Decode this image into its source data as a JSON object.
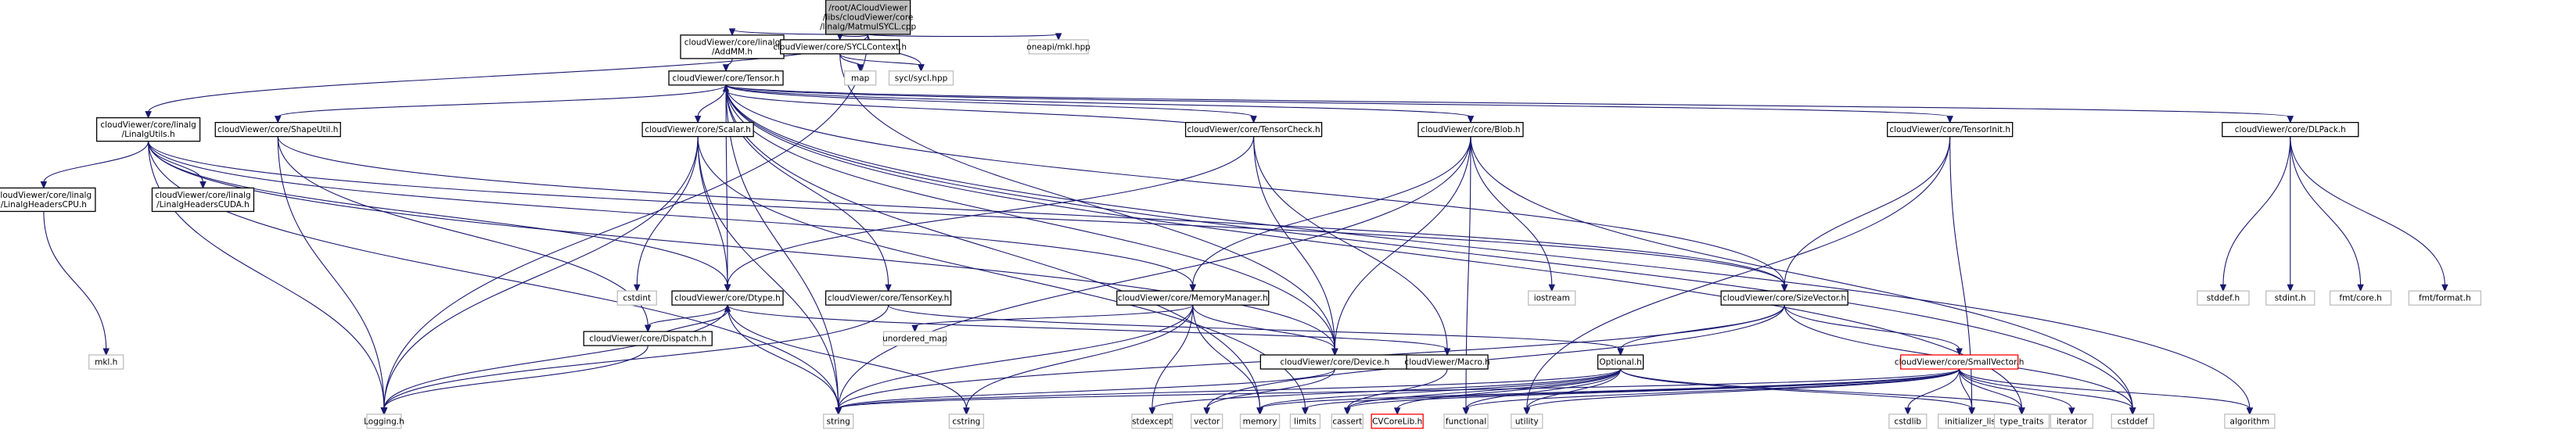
{
  "diagram": {
    "type": "include-dependency-graph",
    "colors": {
      "edge": "#191970",
      "root_fill": "#bfbfbf",
      "internal_border": "#000000",
      "external_border": "#bfbfbf",
      "missing_border": "#ff0000"
    },
    "nodes": [
      {
        "id": "root",
        "lines": [
          "/root/ACloudViewer",
          "/libs/cloudViewer/core",
          "/linalg/MatmulSYCL.cpp"
        ],
        "kind": "root"
      },
      {
        "id": "addmm",
        "lines": [
          "cloudViewer/core/linalg",
          "/AddMM.h"
        ],
        "kind": "internal"
      },
      {
        "id": "syclctx",
        "lines": [
          "cloudViewer/core/SYCLContext.h"
        ],
        "kind": "internal"
      },
      {
        "id": "mklhpp",
        "lines": [
          "oneapi/mkl.hpp"
        ],
        "kind": "external"
      },
      {
        "id": "map",
        "lines": [
          "map"
        ],
        "kind": "external"
      },
      {
        "id": "syclhpp",
        "lines": [
          "sycl/sycl.hpp"
        ],
        "kind": "external"
      },
      {
        "id": "tensor",
        "lines": [
          "cloudViewer/core/Tensor.h"
        ],
        "kind": "internal"
      },
      {
        "id": "linalgutils",
        "lines": [
          "cloudViewer/core/linalg",
          "/LinalgUtils.h"
        ],
        "kind": "internal"
      },
      {
        "id": "shapeutil",
        "lines": [
          "cloudViewer/core/ShapeUtil.h"
        ],
        "kind": "internal"
      },
      {
        "id": "scalar",
        "lines": [
          "cloudViewer/core/Scalar.h"
        ],
        "kind": "internal"
      },
      {
        "id": "tensorcheck",
        "lines": [
          "cloudViewer/core/TensorCheck.h"
        ],
        "kind": "internal"
      },
      {
        "id": "blob",
        "lines": [
          "cloudViewer/core/Blob.h"
        ],
        "kind": "internal"
      },
      {
        "id": "tensorinit",
        "lines": [
          "cloudViewer/core/TensorInit.h"
        ],
        "kind": "internal"
      },
      {
        "id": "dlpack",
        "lines": [
          "cloudViewer/core/DLPack.h"
        ],
        "kind": "internal"
      },
      {
        "id": "headerscpu",
        "lines": [
          "cloudViewer/core/linalg",
          "/LinalgHeadersCPU.h"
        ],
        "kind": "internal"
      },
      {
        "id": "headerscuda",
        "lines": [
          "cloudViewer/core/linalg",
          "/LinalgHeadersCUDA.h"
        ],
        "kind": "internal"
      },
      {
        "id": "cstdint",
        "lines": [
          "cstdint"
        ],
        "kind": "external"
      },
      {
        "id": "dtype",
        "lines": [
          "cloudViewer/core/Dtype.h"
        ],
        "kind": "internal"
      },
      {
        "id": "tensorkey",
        "lines": [
          "cloudViewer/core/TensorKey.h"
        ],
        "kind": "internal"
      },
      {
        "id": "memmgr",
        "lines": [
          "cloudViewer/core/MemoryManager.h"
        ],
        "kind": "internal"
      },
      {
        "id": "iostream",
        "lines": [
          "iostream"
        ],
        "kind": "external"
      },
      {
        "id": "sizevector",
        "lines": [
          "cloudViewer/core/SizeVector.h"
        ],
        "kind": "internal"
      },
      {
        "id": "stddefh",
        "lines": [
          "stddef.h"
        ],
        "kind": "external"
      },
      {
        "id": "stdinth",
        "lines": [
          "stdint.h"
        ],
        "kind": "external"
      },
      {
        "id": "fmtcore",
        "lines": [
          "fmt/core.h"
        ],
        "kind": "external"
      },
      {
        "id": "fmtformat",
        "lines": [
          "fmt/format.h"
        ],
        "kind": "external"
      },
      {
        "id": "mklh",
        "lines": [
          "mkl.h"
        ],
        "kind": "external"
      },
      {
        "id": "dispatch",
        "lines": [
          "cloudViewer/core/Dispatch.h"
        ],
        "kind": "internal"
      },
      {
        "id": "unorderedmap",
        "lines": [
          "unordered_map"
        ],
        "kind": "external"
      },
      {
        "id": "device",
        "lines": [
          "cloudViewer/core/Device.h"
        ],
        "kind": "internal"
      },
      {
        "id": "macro",
        "lines": [
          "cloudViewer/Macro.h"
        ],
        "kind": "internal"
      },
      {
        "id": "optional",
        "lines": [
          "Optional.h"
        ],
        "kind": "internal"
      },
      {
        "id": "smallvector",
        "lines": [
          "cloudViewer/core/SmallVector.h"
        ],
        "kind": "missing"
      },
      {
        "id": "logging",
        "lines": [
          "Logging.h"
        ],
        "kind": "external"
      },
      {
        "id": "string",
        "lines": [
          "string"
        ],
        "kind": "external"
      },
      {
        "id": "cstring",
        "lines": [
          "cstring"
        ],
        "kind": "external"
      },
      {
        "id": "stdexcept",
        "lines": [
          "stdexcept"
        ],
        "kind": "external"
      },
      {
        "id": "vector",
        "lines": [
          "vector"
        ],
        "kind": "external"
      },
      {
        "id": "memory",
        "lines": [
          "memory"
        ],
        "kind": "external"
      },
      {
        "id": "limits",
        "lines": [
          "limits"
        ],
        "kind": "external"
      },
      {
        "id": "cassert",
        "lines": [
          "cassert"
        ],
        "kind": "external"
      },
      {
        "id": "cvcorelib",
        "lines": [
          "CVCoreLib.h"
        ],
        "kind": "missing"
      },
      {
        "id": "functional",
        "lines": [
          "functional"
        ],
        "kind": "external"
      },
      {
        "id": "utility",
        "lines": [
          "utility"
        ],
        "kind": "external"
      },
      {
        "id": "cstdlib",
        "lines": [
          "cstdlib"
        ],
        "kind": "external"
      },
      {
        "id": "initlist",
        "lines": [
          "initializer_list"
        ],
        "kind": "external"
      },
      {
        "id": "typetraits",
        "lines": [
          "type_traits"
        ],
        "kind": "external"
      },
      {
        "id": "iterator",
        "lines": [
          "iterator"
        ],
        "kind": "external"
      },
      {
        "id": "cstddef",
        "lines": [
          "cstddef"
        ],
        "kind": "external"
      },
      {
        "id": "algorithm",
        "lines": [
          "algorithm"
        ],
        "kind": "external"
      }
    ],
    "edges": [
      [
        "root",
        "addmm"
      ],
      [
        "root",
        "syclctx"
      ],
      [
        "root",
        "mklhpp"
      ],
      [
        "root",
        "syclhpp"
      ],
      [
        "root",
        "linalgutils"
      ],
      [
        "root",
        "logging"
      ],
      [
        "addmm",
        "tensor"
      ],
      [
        "syclctx",
        "map"
      ],
      [
        "syclctx",
        "syclhpp"
      ],
      [
        "syclctx",
        "device"
      ],
      [
        "tensor",
        "shapeutil"
      ],
      [
        "tensor",
        "scalar"
      ],
      [
        "tensor",
        "tensorcheck"
      ],
      [
        "tensor",
        "blob"
      ],
      [
        "tensor",
        "tensorinit"
      ],
      [
        "tensor",
        "dlpack"
      ],
      [
        "tensor",
        "dtype"
      ],
      [
        "tensor",
        "tensorkey"
      ],
      [
        "tensor",
        "sizevector"
      ],
      [
        "tensor",
        "device"
      ],
      [
        "tensor",
        "string"
      ],
      [
        "tensor",
        "memory"
      ],
      [
        "tensor",
        "typetraits"
      ],
      [
        "tensor",
        "algorithm"
      ],
      [
        "tensor",
        "cstddef"
      ],
      [
        "tensorcheck",
        "tensor"
      ],
      [
        "tensorcheck",
        "dtype"
      ],
      [
        "tensorcheck",
        "device"
      ],
      [
        "tensorcheck",
        "macro"
      ],
      [
        "linalgutils",
        "headerscpu"
      ],
      [
        "linalgutils",
        "headerscuda"
      ],
      [
        "linalgutils",
        "dtype"
      ],
      [
        "linalgutils",
        "memmgr"
      ],
      [
        "linalgutils",
        "sizevector"
      ],
      [
        "linalgutils",
        "device"
      ],
      [
        "linalgutils",
        "logging"
      ],
      [
        "linalgutils",
        "string"
      ],
      [
        "headerscpu",
        "mklh"
      ],
      [
        "shapeutil",
        "dispatch"
      ],
      [
        "shapeutil",
        "logging"
      ],
      [
        "shapeutil",
        "sizevector"
      ],
      [
        "scalar",
        "cstdint"
      ],
      [
        "scalar",
        "dtype"
      ],
      [
        "scalar",
        "logging"
      ],
      [
        "scalar",
        "string"
      ],
      [
        "scalar",
        "limits"
      ],
      [
        "blob",
        "memmgr"
      ],
      [
        "blob",
        "device"
      ],
      [
        "blob",
        "iostream"
      ],
      [
        "blob",
        "string"
      ],
      [
        "blob",
        "functional"
      ],
      [
        "blob",
        "cstddef"
      ],
      [
        "tensorinit",
        "sizevector"
      ],
      [
        "tensorinit",
        "utility"
      ],
      [
        "tensorinit",
        "initlist"
      ],
      [
        "dlpack",
        "stddefh"
      ],
      [
        "dlpack",
        "stdinth"
      ],
      [
        "dlpack",
        "fmtcore"
      ],
      [
        "dlpack",
        "fmtformat"
      ],
      [
        "dtype",
        "dispatch"
      ],
      [
        "dtype",
        "logging"
      ],
      [
        "dtype",
        "string"
      ],
      [
        "dtype",
        "cstring"
      ],
      [
        "dtype",
        "macro"
      ],
      [
        "dispatch",
        "dtype"
      ],
      [
        "dispatch",
        "logging"
      ],
      [
        "tensorkey",
        "logging"
      ],
      [
        "tensorkey",
        "optional"
      ],
      [
        "memmgr",
        "device"
      ],
      [
        "memmgr",
        "unorderedmap"
      ],
      [
        "memmgr",
        "string"
      ],
      [
        "memmgr",
        "cstring"
      ],
      [
        "memmgr",
        "stdexcept"
      ],
      [
        "memmgr",
        "memory"
      ],
      [
        "sizevector",
        "optional"
      ],
      [
        "sizevector",
        "smallvector"
      ],
      [
        "sizevector",
        "string"
      ],
      [
        "sizevector",
        "vector"
      ],
      [
        "sizevector",
        "cstddef"
      ],
      [
        "device",
        "string"
      ],
      [
        "device",
        "vector"
      ],
      [
        "macro",
        "cassert"
      ],
      [
        "optional",
        "string"
      ],
      [
        "optional",
        "cassert"
      ],
      [
        "optional",
        "cvcorelib"
      ],
      [
        "optional",
        "functional"
      ],
      [
        "optional",
        "utility"
      ],
      [
        "optional",
        "initlist"
      ],
      [
        "optional",
        "typetraits"
      ],
      [
        "optional",
        "stdexcept"
      ],
      [
        "optional",
        "memory"
      ],
      [
        "smallvector",
        "string"
      ],
      [
        "smallvector",
        "limits"
      ],
      [
        "smallvector",
        "cassert"
      ],
      [
        "smallvector",
        "utility"
      ],
      [
        "smallvector",
        "cstdlib"
      ],
      [
        "smallvector",
        "initlist"
      ],
      [
        "smallvector",
        "typetraits"
      ],
      [
        "smallvector",
        "iterator"
      ],
      [
        "smallvector",
        "cstddef"
      ],
      [
        "smallvector",
        "algorithm"
      ],
      [
        "smallvector",
        "functional"
      ],
      [
        "smallvector",
        "memory"
      ]
    ]
  }
}
